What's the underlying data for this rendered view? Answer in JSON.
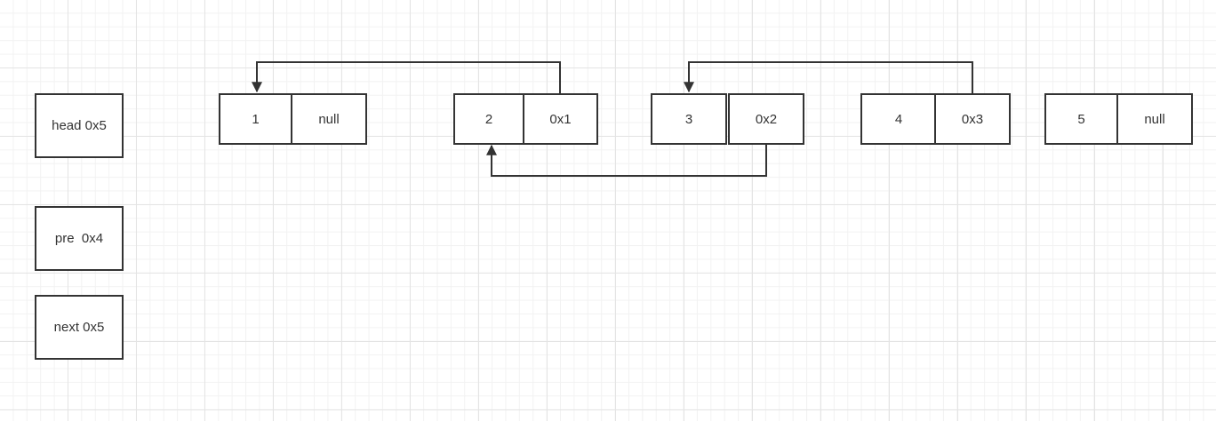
{
  "variables": {
    "head": "head 0x5",
    "pre": "pre  0x4",
    "next": "next 0x5"
  },
  "nodes": [
    {
      "value": "1",
      "next": "null"
    },
    {
      "value": "2",
      "next": "0x1"
    },
    {
      "value": "3",
      "next": "0x2"
    },
    {
      "value": "4",
      "next": "0x3"
    },
    {
      "value": "5",
      "next": "null"
    }
  ],
  "links": [
    {
      "from_node": 2,
      "to_node": 1
    },
    {
      "from_node": 3,
      "to_node": 2
    },
    {
      "from_node": 4,
      "to_node": 3
    }
  ],
  "colors": {
    "stroke": "#333333",
    "grid": "#e4e4e4",
    "background": "#ffffff"
  }
}
